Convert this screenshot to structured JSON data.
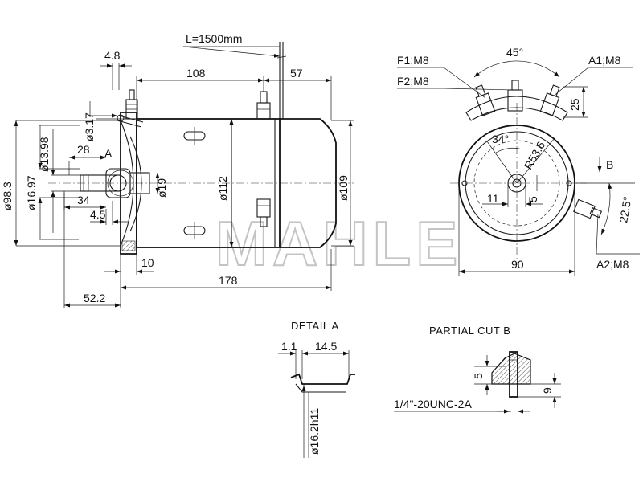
{
  "watermark": "MAHLE",
  "side_view": {
    "cable_length": "L=1500mm",
    "dims": {
      "d4_8": "4.8",
      "d108": "108",
      "d57": "57",
      "d3_17": "ø3.17",
      "d13_98": "ø13.98",
      "d16_97": "ø16.97",
      "d98_3": "ø98.3",
      "d28": "28",
      "d34": "34",
      "d4_5": "4.5",
      "d19": "ø19",
      "d112": "ø112",
      "d109": "ø109",
      "d10": "10",
      "d178": "178",
      "d52_2": "52.2"
    },
    "detail_marker": "A"
  },
  "end_view": {
    "f1": "F1;M8",
    "f2": "F2;M8",
    "a1": "A1;M8",
    "a2": "A2;M8",
    "angle45": "45°",
    "angle34": "34°",
    "radius": "R53.6",
    "d25": "25",
    "d11": "11",
    "d5": "5",
    "d90": "90",
    "angle22_5": "22.5°",
    "section_marker": "B"
  },
  "detail_a": {
    "title": "DETAIL A",
    "d1_1": "1.1",
    "d14_5": "14.5",
    "d16_2": "ø16.2h11"
  },
  "partial_cut_b": {
    "title": "PARTIAL CUT B",
    "d5": "5",
    "d9": "9",
    "thread": "1/4\"-20UNC-2A"
  }
}
